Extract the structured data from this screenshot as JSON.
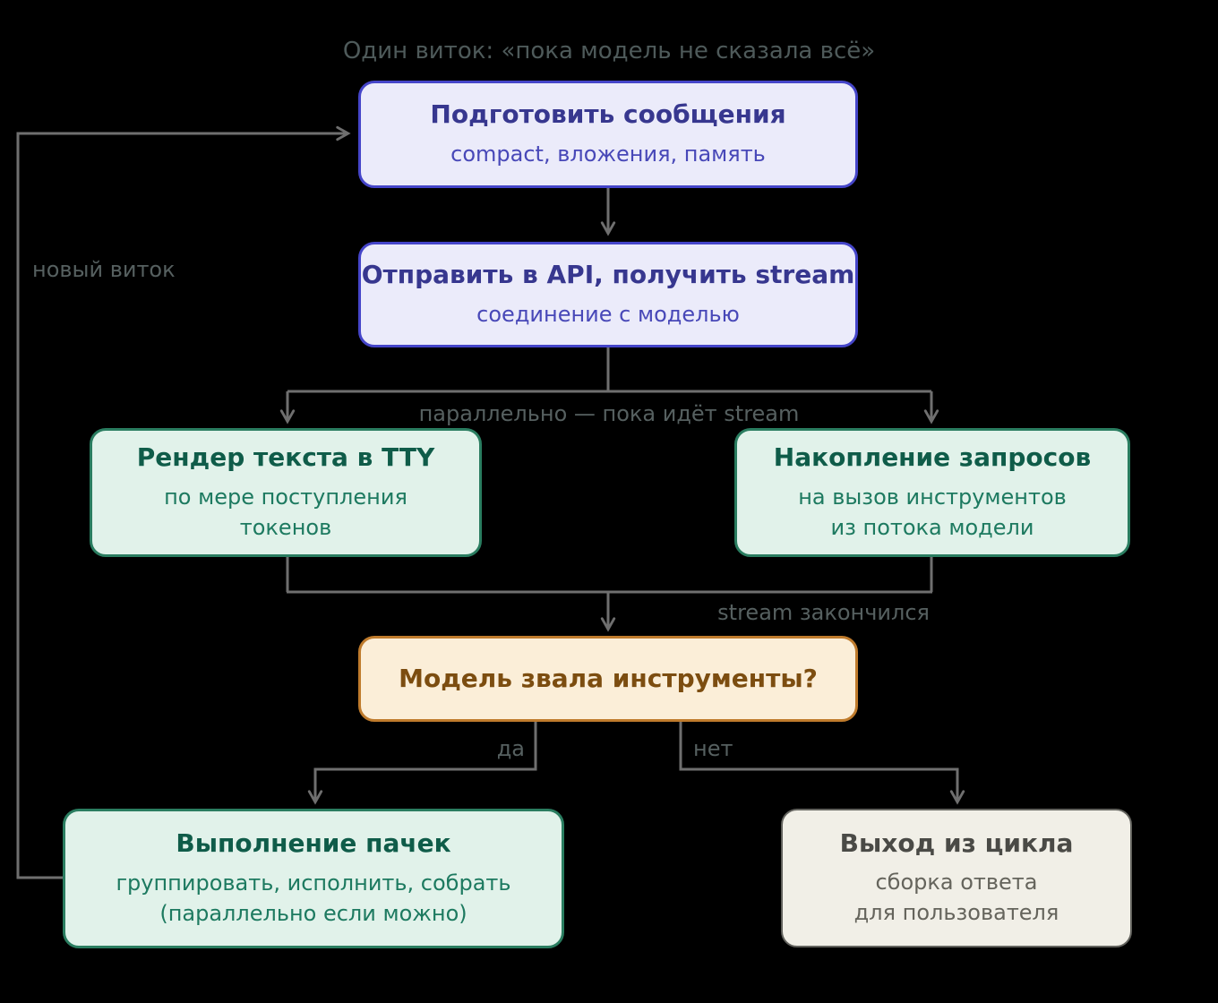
{
  "caption": "Один виток: «пока модель не сказала всё»",
  "nodes": {
    "prepare": {
      "title": "Подготовить сообщения",
      "subtitle": "compact, вложения, память"
    },
    "send": {
      "title": "Отправить в API, получить stream",
      "subtitle": "соединение с моделью"
    },
    "render": {
      "title": "Рендер текста в TTY",
      "subtitle_lines": [
        "по мере поступления",
        "токенов"
      ]
    },
    "accumulate": {
      "title": "Накопление запросов",
      "subtitle_lines": [
        "на вызов инструментов",
        "из потока модели"
      ]
    },
    "decision": {
      "title": "Модель звала инструменты?"
    },
    "execute": {
      "title": "Выполнение пачек",
      "subtitle_lines": [
        "группировать, исполнить, собрать",
        "(параллельно если можно)"
      ]
    },
    "exit": {
      "title": "Выход из цикла",
      "subtitle_lines": [
        "сборка ответа",
        "для пользователя"
      ]
    }
  },
  "edge_labels": {
    "parallel": "параллельно — пока идёт stream",
    "stream_done": "stream закончился",
    "yes": "да",
    "no": "нет",
    "new_loop": "новый виток"
  },
  "colors": {
    "background": "#000000",
    "purple_fill": "#ebebfa",
    "purple_border": "#4545c9",
    "purple_title": "#37378f",
    "purple_subtitle": "#4848b8",
    "green_fill": "#e1f2ea",
    "green_border": "#2a7d60",
    "green_title": "#0f5c49",
    "green_subtitle": "#1d7a60",
    "orange_fill": "#fbeed8",
    "orange_border": "#bf7b2c",
    "orange_text": "#7c4d10",
    "beige_fill": "#f1efe7",
    "beige_border": "#63635e",
    "beige_title": "#4a4a46",
    "beige_subtitle": "#65645c",
    "connector_line": "#6f6f6f",
    "edge_label_text": "#566060",
    "caption_text": "#4e5a5a"
  }
}
